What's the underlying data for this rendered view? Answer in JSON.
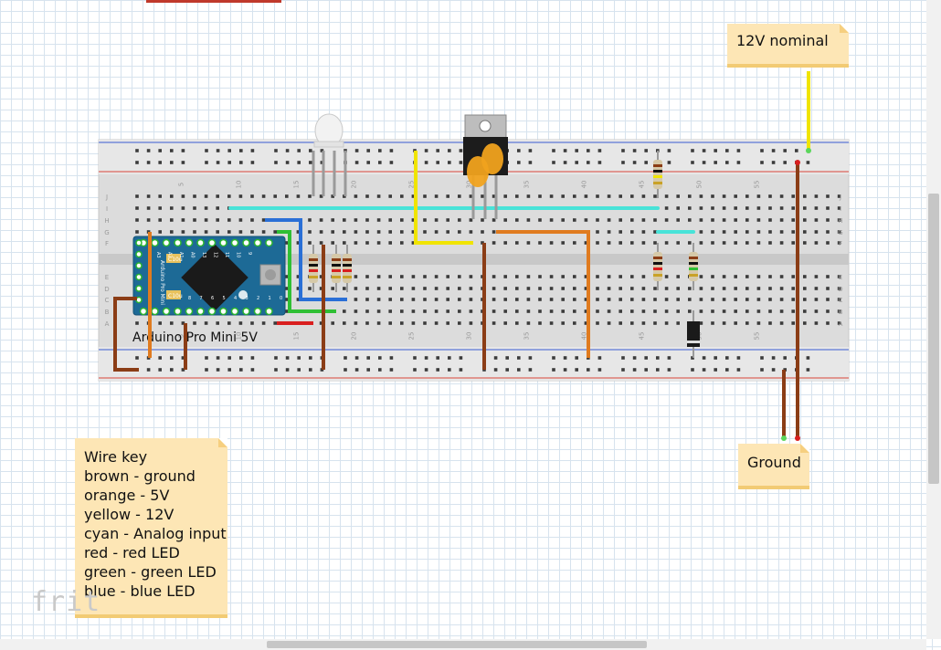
{
  "breadboard": {
    "column_numbers": [
      "5",
      "10",
      "15",
      "20",
      "25",
      "30",
      "35",
      "40",
      "45",
      "50",
      "55"
    ],
    "row_letters_top": [
      "J",
      "I",
      "H",
      "G",
      "F"
    ],
    "row_letters_bottom": [
      "E",
      "D",
      "C",
      "B",
      "A"
    ]
  },
  "board": {
    "label": "Arduino Pro Mini 5V",
    "pin_labels": [
      "GND",
      "RST",
      "VCC",
      "A3",
      "A2",
      "A1",
      "A0",
      "13",
      "12",
      "11",
      "10",
      "9",
      "8",
      "7",
      "6",
      "5",
      "4",
      "3",
      "2",
      "1",
      "0"
    ],
    "chip_labels": [
      "C10u",
      "C10u",
      "Arduino Pro Mini"
    ],
    "color": "#1d6a96"
  },
  "notes": {
    "supply": "12V nominal",
    "ground": "Ground",
    "key_title": "Wire key",
    "key_lines": [
      "brown - ground",
      "orange - 5V",
      "yellow - 12V",
      "cyan - Analog input",
      "red - red LED",
      "green - green LED",
      "blue - blue LED"
    ]
  },
  "wire_colors": {
    "brown": "#8b3d16",
    "orange": "#e07b1f",
    "yellow": "#f0e400",
    "cyan": "#48e3d8",
    "red": "#d91f1f",
    "green": "#2fbf34",
    "blue": "#2a6fd6"
  },
  "watermark": "frit"
}
